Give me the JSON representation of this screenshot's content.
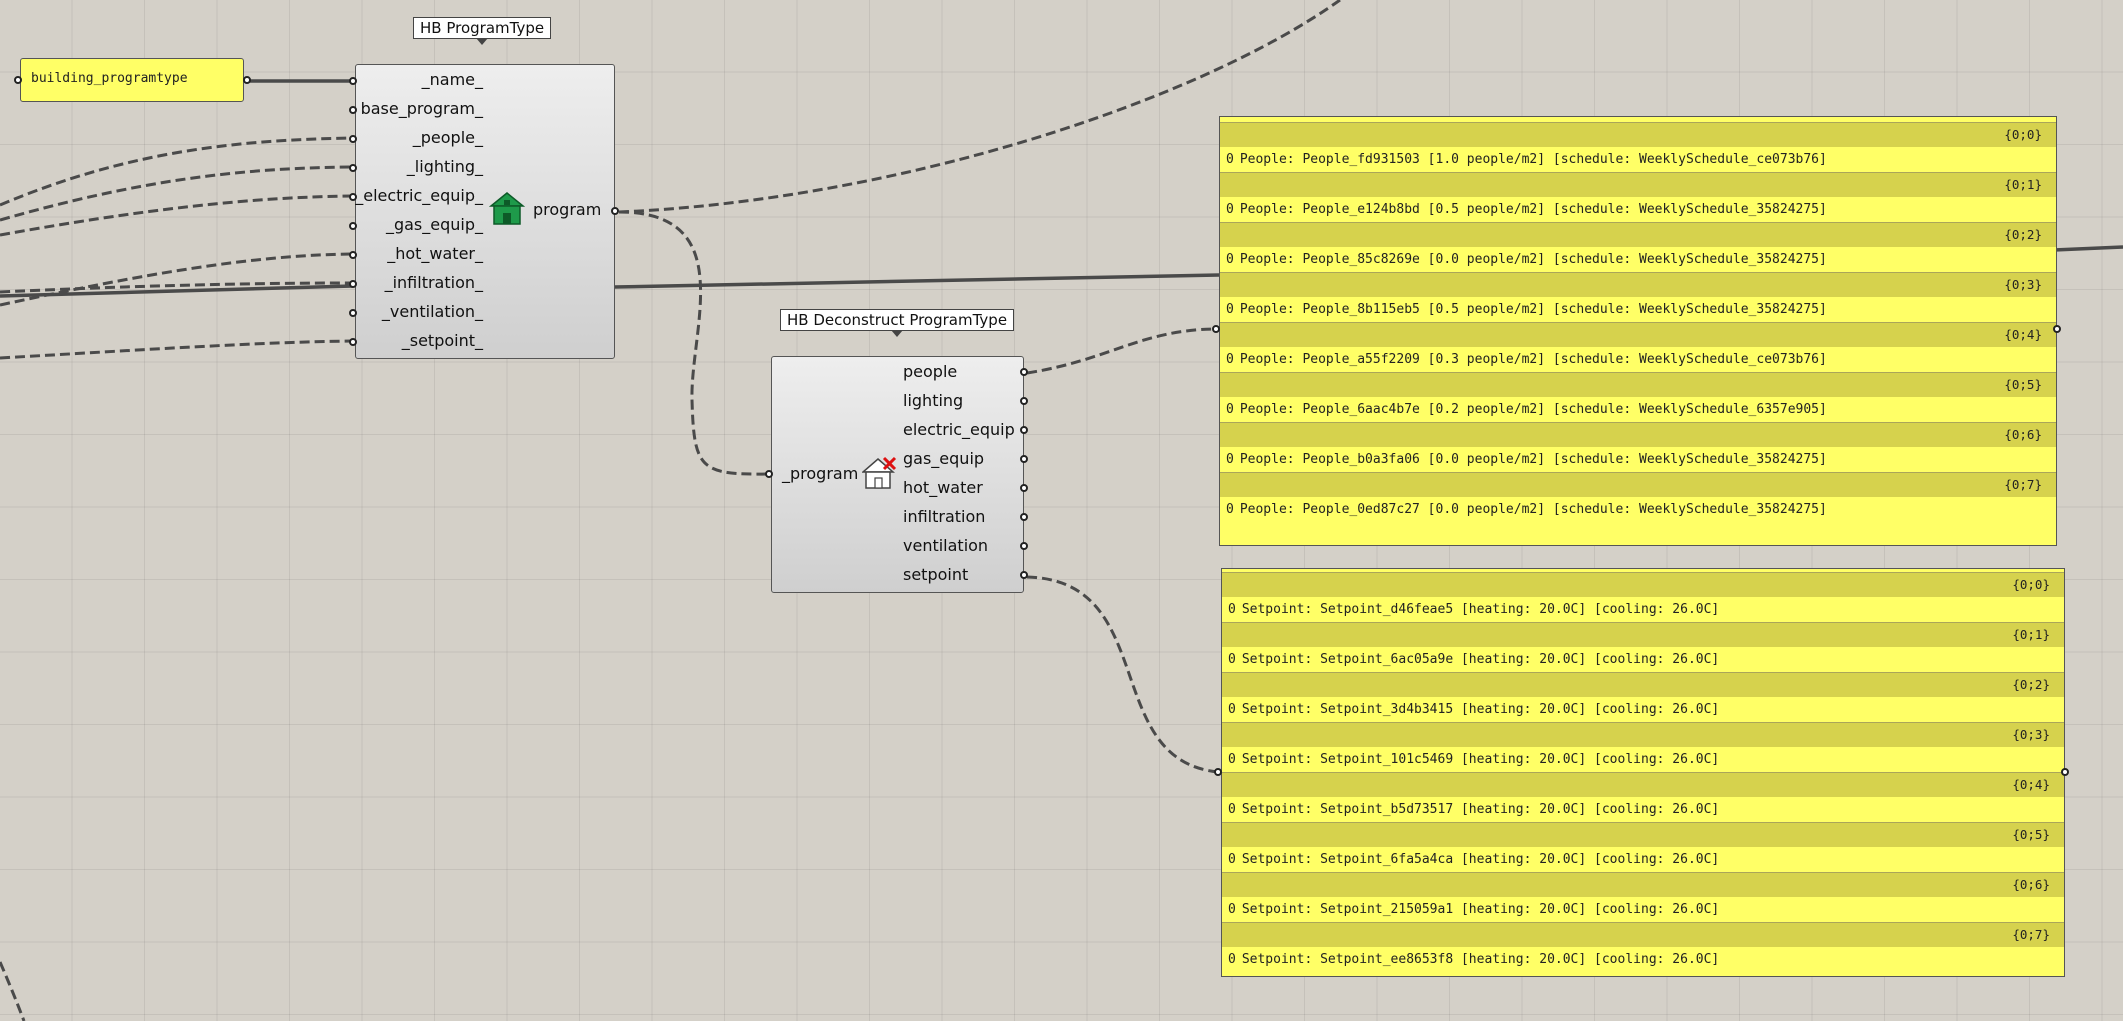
{
  "param_panel": {
    "text": "building_programtype"
  },
  "program_type_component": {
    "title": "HB ProgramType",
    "inputs": [
      "_name_",
      "base_program_",
      "_people_",
      "_lighting_",
      "_electric_equip_",
      "_gas_equip_",
      "_hot_water_",
      "_infiltration_",
      "_ventilation_",
      "_setpoint_"
    ],
    "output": "program"
  },
  "deconstruct_component": {
    "title": "HB Deconstruct ProgramType",
    "input": "_program",
    "outputs": [
      "people",
      "lighting",
      "electric_equip",
      "gas_equip",
      "hot_water",
      "infiltration",
      "ventilation",
      "setpoint"
    ]
  },
  "people_panel": {
    "branches": [
      {
        "path": "{0;0}",
        "index": "0",
        "value": "People: People_fd931503 [1.0 people/m2] [schedule: WeeklySchedule_ce073b76]"
      },
      {
        "path": "{0;1}",
        "index": "0",
        "value": "People: People_e124b8bd [0.5 people/m2] [schedule: WeeklySchedule_35824275]"
      },
      {
        "path": "{0;2}",
        "index": "0",
        "value": "People: People_85c8269e [0.0 people/m2] [schedule: WeeklySchedule_35824275]"
      },
      {
        "path": "{0;3}",
        "index": "0",
        "value": "People: People_8b115eb5 [0.5 people/m2] [schedule: WeeklySchedule_35824275]"
      },
      {
        "path": "{0;4}",
        "index": "0",
        "value": "People: People_a55f2209 [0.3 people/m2] [schedule: WeeklySchedule_ce073b76]"
      },
      {
        "path": "{0;5}",
        "index": "0",
        "value": "People: People_6aac4b7e [0.2 people/m2] [schedule: WeeklySchedule_6357e905]"
      },
      {
        "path": "{0;6}",
        "index": "0",
        "value": "People: People_b0a3fa06 [0.0 people/m2] [schedule: WeeklySchedule_35824275]"
      },
      {
        "path": "{0;7}",
        "index": "0",
        "value": "People: People_0ed87c27 [0.0 people/m2] [schedule: WeeklySchedule_35824275]"
      }
    ]
  },
  "setpoint_panel": {
    "branches": [
      {
        "path": "{0;0}",
        "index": "0",
        "value": "Setpoint: Setpoint_d46feae5 [heating: 20.0C] [cooling: 26.0C]"
      },
      {
        "path": "{0;1}",
        "index": "0",
        "value": "Setpoint: Setpoint_6ac05a9e [heating: 20.0C] [cooling: 26.0C]"
      },
      {
        "path": "{0;2}",
        "index": "0",
        "value": "Setpoint: Setpoint_3d4b3415 [heating: 20.0C] [cooling: 26.0C]"
      },
      {
        "path": "{0;3}",
        "index": "0",
        "value": "Setpoint: Setpoint_101c5469 [heating: 20.0C] [cooling: 26.0C]"
      },
      {
        "path": "{0;4}",
        "index": "0",
        "value": "Setpoint: Setpoint_b5d73517 [heating: 20.0C] [cooling: 26.0C]"
      },
      {
        "path": "{0;5}",
        "index": "0",
        "value": "Setpoint: Setpoint_6fa5a4ca [heating: 20.0C] [cooling: 26.0C]"
      },
      {
        "path": "{0;6}",
        "index": "0",
        "value": "Setpoint: Setpoint_215059a1 [heating: 20.0C] [cooling: 26.0C]"
      },
      {
        "path": "{0;7}",
        "index": "0",
        "value": "Setpoint: Setpoint_ee8653f8 [heating: 20.0C] [cooling: 26.0C]"
      }
    ]
  },
  "icons": {
    "program_type": "green-house-icon",
    "deconstruct": "house-deconstruct-icon"
  },
  "colors": {
    "canvas": "#d4d0c8",
    "panel_fill": "#ffff66",
    "branch_fill": "#d6d24d",
    "wire": "#4a4a4a",
    "house_green": "#1e9a4a",
    "deconstruct_x": "#dd1111"
  }
}
